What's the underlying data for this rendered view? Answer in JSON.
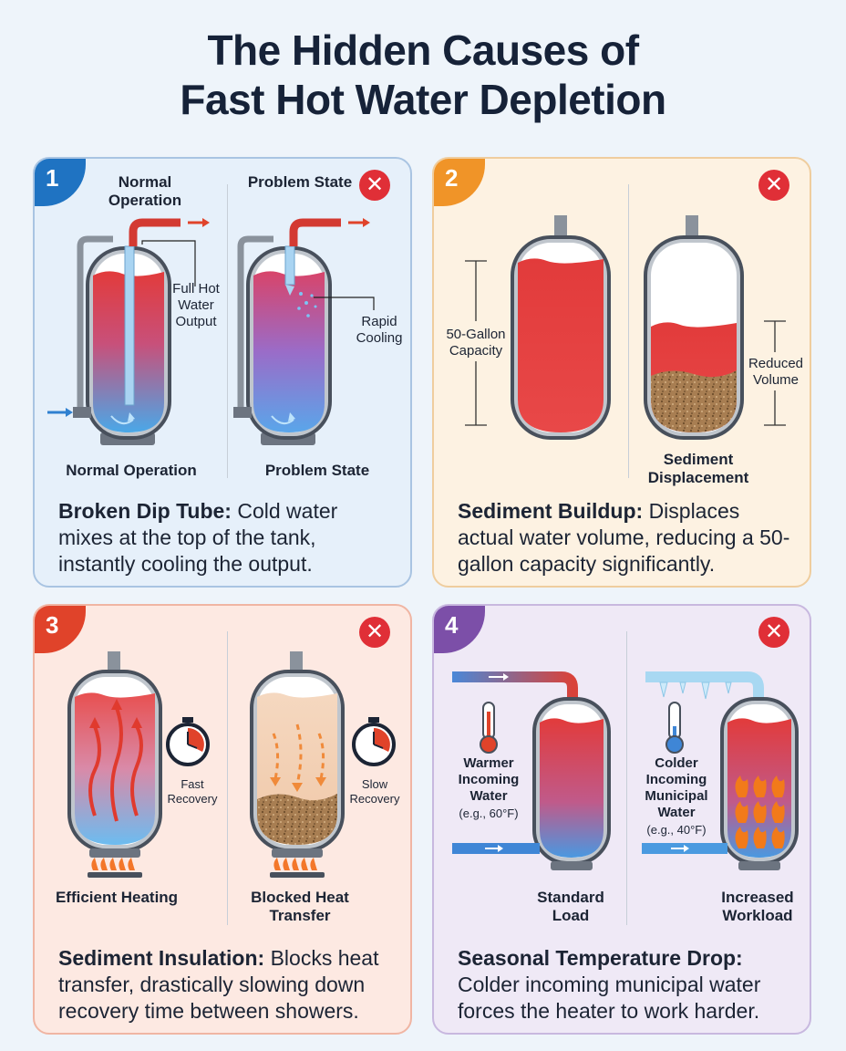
{
  "title": {
    "line1": "The Hidden Causes of",
    "line2": "Fast Hot Water Depletion"
  },
  "colors": {
    "blue": "#1f73c2",
    "orange": "#f09428",
    "red": "#e0432a",
    "purple": "#7c4fa8",
    "x_red": "#e02f37",
    "water_hot": "#e23b3b",
    "water_cold": "#4aa8e8"
  },
  "panels": [
    {
      "number": "1",
      "left_title": "Normal Operation",
      "right_title": "Problem State",
      "left_callout": "Full Hot Water Output",
      "right_callout": "Rapid Cooling",
      "left_caption": "Normal Operation",
      "right_caption": "Problem State",
      "heading": "Broken Dip Tube:",
      "text": "Cold water mixes at the top of the tank, instantly cooling the output.",
      "x_icon": "✕"
    },
    {
      "number": "2",
      "left_callout": "50-Gallon Capacity",
      "right_callout": "Reduced Volume",
      "right_caption": "Sediment Displacement",
      "heading": "Sediment Buildup:",
      "text": "Displaces actual water volume, reducing a 50-gallon capacity significantly.",
      "x_icon": "✕"
    },
    {
      "number": "3",
      "left_callout": "Fast Recovery",
      "right_callout": "Slow Recovery",
      "left_caption": "Efficient Heating",
      "right_caption": "Blocked Heat Transfer",
      "heading": "Sediment Insulation:",
      "text": "Blocks heat transfer, drastically slowing down recovery time between showers.",
      "x_icon": "✕"
    },
    {
      "number": "4",
      "left_callout": "Warmer Incoming Water",
      "left_sub": "(e.g., 60°F)",
      "right_callout": "Colder Incoming Municipal Water",
      "right_sub": "(e.g., 40°F)",
      "left_caption": "Standard Load",
      "right_caption": "Increased Workload",
      "heading": "Seasonal Temperature Drop:",
      "text": "Colder incoming municipal water forces the heater to work harder.",
      "x_icon": "✕"
    }
  ]
}
